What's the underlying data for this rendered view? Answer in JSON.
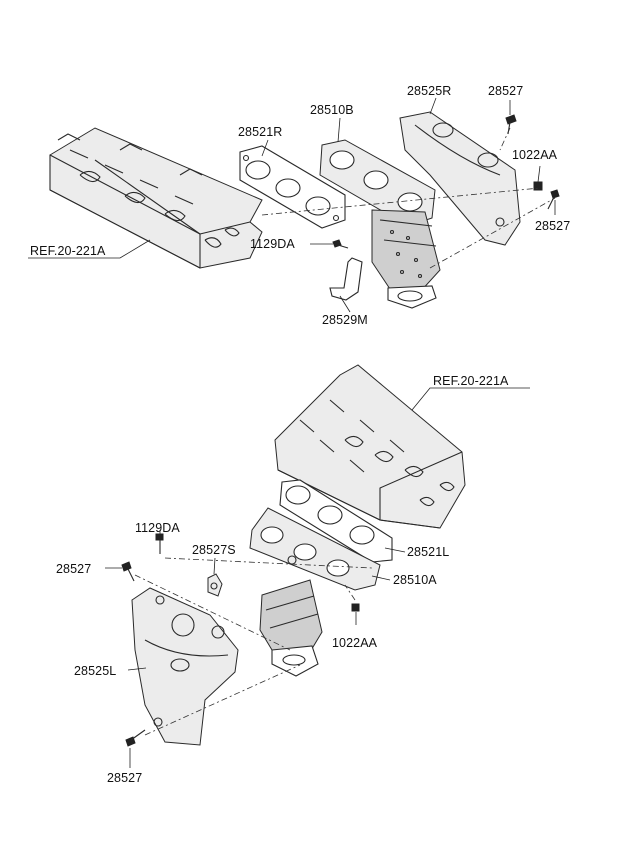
{
  "upper_assembly": {
    "labels": {
      "ref_head": "REF.20-221A",
      "gasket": "28521R",
      "manifold": "28510B",
      "heat_protector": "28525R",
      "bolt_top": "28527",
      "nut": "1022AA",
      "bolt_side": "28527",
      "stud_bolt": "1129DA",
      "bracket": "28529M"
    }
  },
  "lower_assembly": {
    "labels": {
      "ref_head": "REF.20-221A",
      "stud_bolt": "1129DA",
      "bracket_s": "28527S",
      "bolt_top": "28527",
      "gasket": "28521L",
      "manifold": "28510A",
      "nut": "1022AA",
      "heat_protector": "28525L",
      "bolt_bottom": "28527"
    }
  },
  "colors": {
    "line": "#2a2a2a",
    "shade": "#cfcfcf",
    "background": "#ffffff"
  }
}
